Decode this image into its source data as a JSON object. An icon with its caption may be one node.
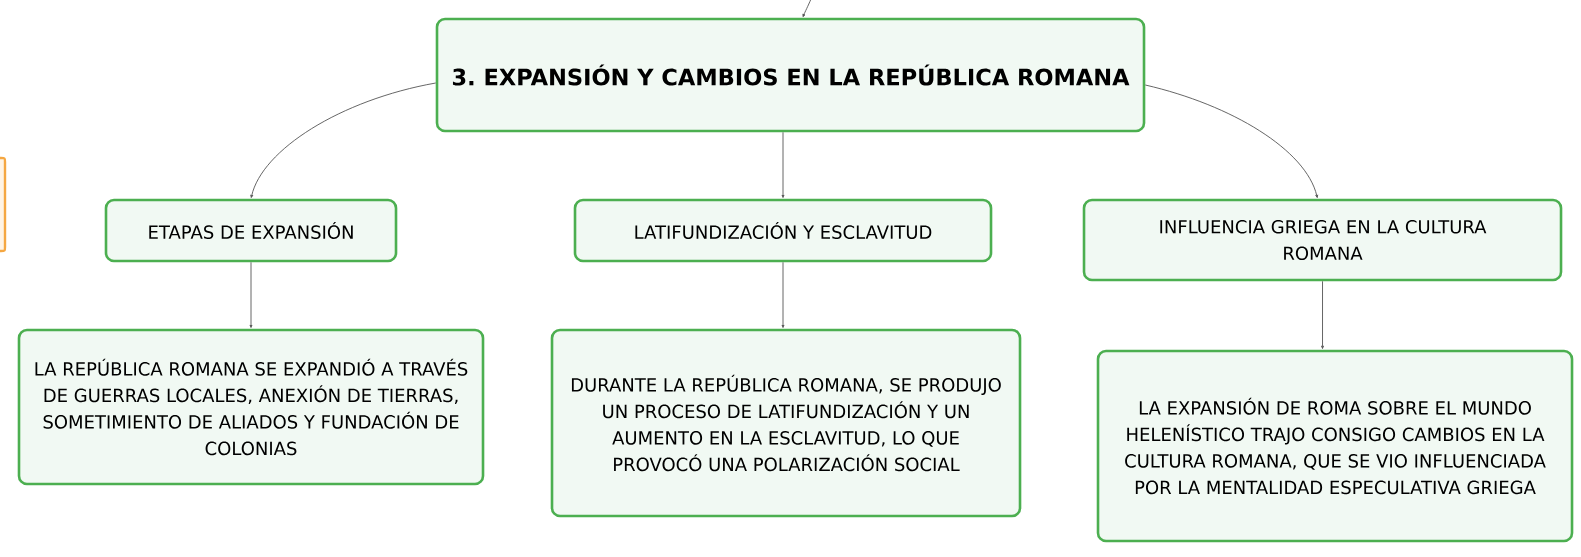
{
  "diagram": {
    "nodes": [
      {
        "text": [
          "3. EXPANSIÓN Y CAMBIOS EN LA REPÚBLICA ROMANA"
        ]
      },
      {
        "text": [],
        "shape": "box"
      },
      {
        "text": [
          "ETAPAS DE EXPANSIÓN"
        ]
      },
      {
        "text": [
          "LATIFUNDIZACIÓN Y ESCLAVITUD"
        ]
      },
      {
        "text": [
          "INFLUENCIA GRIEGA EN LA CULTURA ROMANA"
        ]
      },
      {
        "text": [
          "LA REPÚBLICA ROMANA SE EXPANDIÓ A TRAVÉS DE GUERRAS LOCALES, ANEXIÓN DE TIERRAS, SOMETIMIENTO DE ALIADOS Y FUNDACIÓN DE COLONIAS"
        ]
      },
      {
        "text": [
          "DURANTE LA REPÚBLICA ROMANA, SE PRODUJO UN PROCESO DE LATIFUNDIZACIÓN Y UN AUMENTO EN LA ESCLAVITUD, LO QUE PROVOCÓ UNA POLARIZACIÓN SOCIAL"
        ]
      },
      {
        "text": [
          "LA EXPANSIÓN DE ROMA SOBRE EL MUNDO HELENÍSTICO TRAJO CONSIGO CAMBIOS EN LA CULTURA ROMANA, QUE SE VIO INFLUENCIADA POR LA MENTALIDAD ESPECULATIVA GRIEGA"
        ]
      }
    ],
    "edges": [
      {
        "from": null,
        "to": 0,
        "arrow": "to"
      },
      {
        "from": 0,
        "to": 2,
        "arrow": "to"
      },
      {
        "from": 0,
        "to": 3,
        "arrow": "to"
      },
      {
        "from": 0,
        "to": 4,
        "arrow": "to"
      },
      {
        "from": 2,
        "to": 5,
        "arrow": "to"
      },
      {
        "from": 3,
        "to": 6,
        "arrow": "to"
      },
      {
        "from": 4,
        "to": 7,
        "arrow": "to"
      }
    ]
  }
}
